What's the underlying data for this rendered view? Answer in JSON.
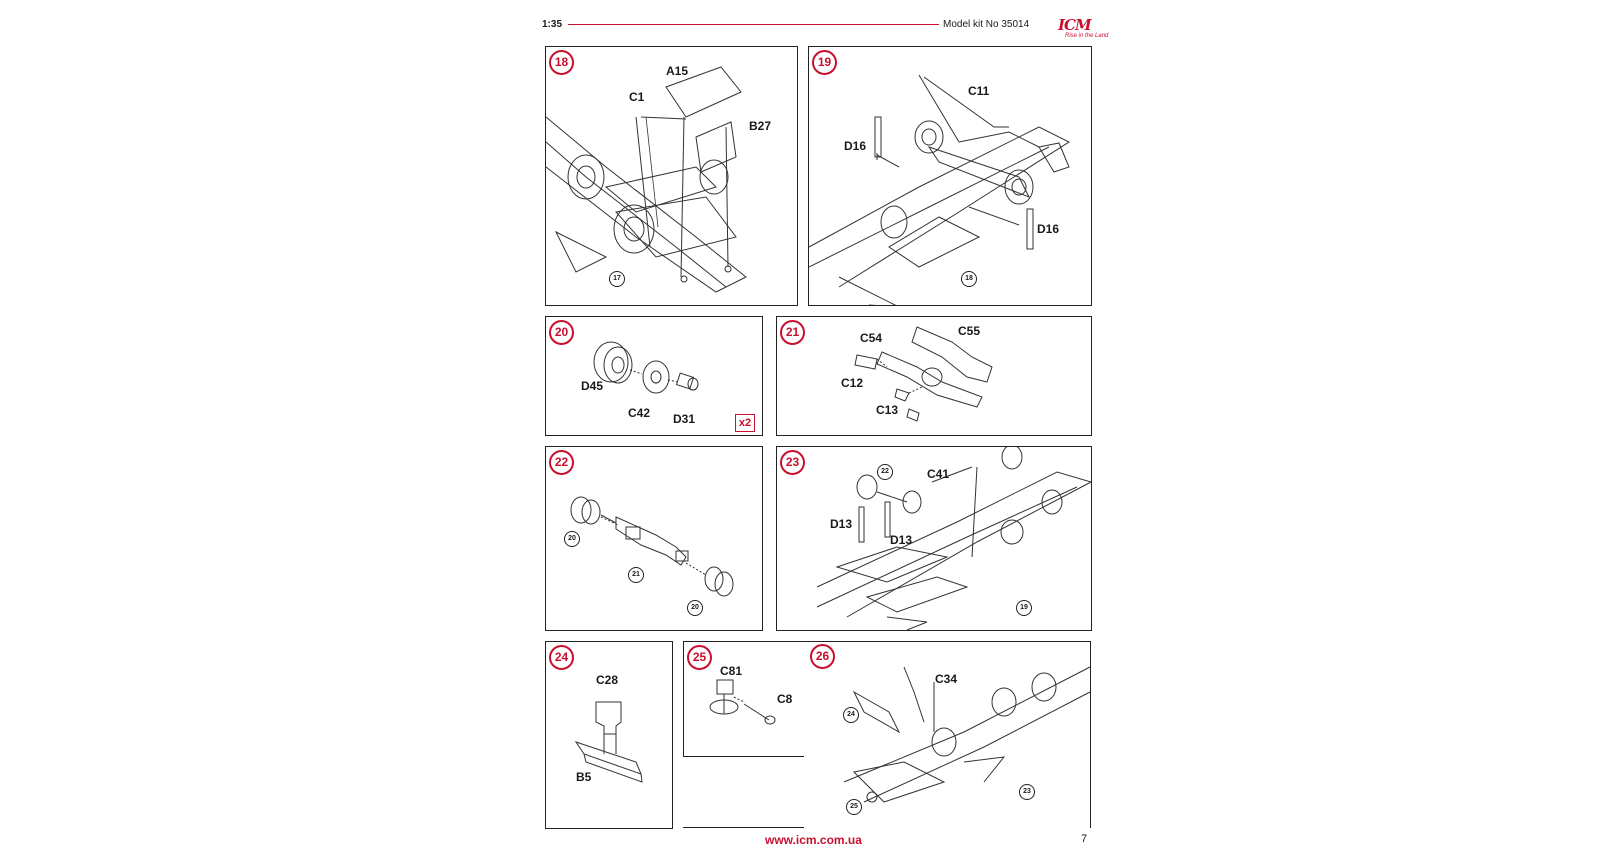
{
  "header": {
    "scale": "1:35",
    "kit": "Model kit No 35014",
    "logo": "ICM",
    "logo_tagline": "Rise in the Land"
  },
  "steps": [
    {
      "number": "18",
      "parts": [
        "A15",
        "C1",
        "B27"
      ],
      "refs": [
        "17"
      ]
    },
    {
      "number": "19",
      "parts": [
        "C11",
        "D16",
        "D16"
      ],
      "refs": [
        "18"
      ]
    },
    {
      "number": "20",
      "parts": [
        "D45",
        "C42",
        "D31"
      ],
      "quantity": "x2"
    },
    {
      "number": "21",
      "parts": [
        "C54",
        "C55",
        "C12",
        "C13"
      ]
    },
    {
      "number": "22",
      "refs": [
        "20",
        "21",
        "20"
      ]
    },
    {
      "number": "23",
      "parts": [
        "C41",
        "D13",
        "D13"
      ],
      "refs": [
        "22",
        "19"
      ]
    },
    {
      "number": "24",
      "parts": [
        "C28",
        "B5"
      ]
    },
    {
      "number": "25",
      "parts": [
        "C81",
        "C8"
      ]
    },
    {
      "number": "26",
      "parts": [
        "C34"
      ],
      "refs": [
        "24",
        "23",
        "25"
      ]
    }
  ],
  "footer": {
    "url": "www.icm.com.ua",
    "page": "7"
  },
  "colors": {
    "accent": "#c8102e",
    "line": "#222222"
  }
}
